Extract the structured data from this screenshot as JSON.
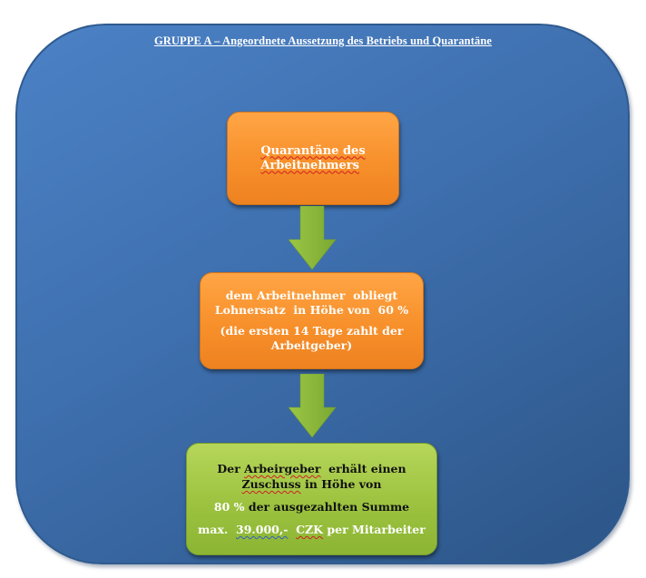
{
  "title": "GRUPPE A – Angeordnete Aussetzung des Betriebs und Quarantäne",
  "colors": {
    "panel_blue": "#3e6fae",
    "box_orange": "#f7902b",
    "box_green": "#9cc23f",
    "arrow_green": "#8ab83a"
  },
  "steps": [
    {
      "lines": [
        "Quarantäne des",
        "Arbeitnehmers"
      ]
    },
    {
      "lines": [
        "dem Arbeitnehmer  obliegt",
        "Lohnersatz  in Höhe von  60 %"
      ],
      "note_lines": [
        "(die ersten 14 Tage zahlt der",
        "Arbeitgeber)"
      ]
    },
    {
      "line1_part1": "Der ",
      "line1_word": "Arbeirgeber",
      "line1_part2": "  erhält einen",
      "line2_word": "Zuschuss",
      "line2_rest": " in Höhe von",
      "line3_highlight": "80 %",
      "line3_rest": " der ausgezahlten Summe",
      "line4_prefix": "max.  ",
      "line4_amount": "39.000,-",
      "line4_currency": "CZK",
      "line4_rest": " per Mitarbeiter"
    }
  ],
  "arrows": [
    "arrow-down",
    "arrow-down"
  ]
}
